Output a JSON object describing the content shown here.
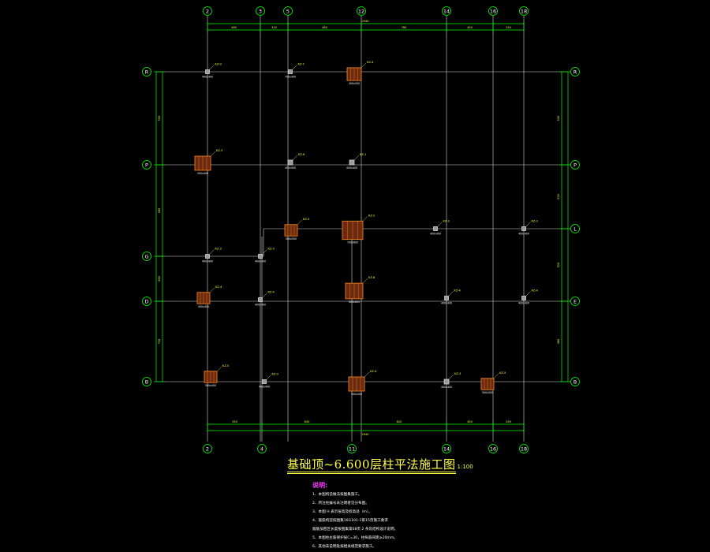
{
  "drawing": {
    "title": "基础顶~6.600层柱平法施工图",
    "scale": "1:100",
    "colors": {
      "background": "#000000",
      "grid_line": "#d8d8d8",
      "dimension": "#00ff00",
      "column_outline": "#ff8a1e",
      "column_fill": "#6b2a10",
      "column_text": "#ffff4a",
      "small_column": "#9a9a9a",
      "title": "#ffff4a",
      "notes_title": "#ff3cff"
    }
  },
  "axes": {
    "top": [
      "2",
      "3",
      "5",
      "12",
      "14",
      "16",
      "18"
    ],
    "bottom": [
      "2",
      "4",
      "11",
      "14",
      "16",
      "18"
    ],
    "left": [
      "R",
      "P",
      "G",
      "D",
      "B"
    ],
    "right": [
      "R",
      "P",
      "L",
      "E",
      "B"
    ]
  },
  "dimensions": {
    "top_total": "2940",
    "bottom_total": "2940",
    "top_segments": [
      "460",
      "320",
      "460",
      "760",
      "450",
      "250"
    ],
    "bottom_segments": [
      "350",
      "650",
      "820",
      "450",
      "250"
    ],
    "left_segments": [
      "550",
      "490",
      "480",
      "750"
    ],
    "right_segments": [
      "550",
      "520",
      "520",
      "480"
    ]
  },
  "columns": [
    {
      "id": "c1",
      "tag": "KZ-9",
      "size": "400x400"
    },
    {
      "id": "c2",
      "tag": "KZ-7",
      "size": "700x400"
    },
    {
      "id": "c3",
      "tag": "KZ-4",
      "size": "400x500"
    },
    {
      "id": "c4",
      "tag": "KZ-5",
      "size": "500x400"
    },
    {
      "id": "c5",
      "tag": "KZ-6",
      "size": "400x500"
    },
    {
      "id": "c6",
      "tag": "KZ-1",
      "size": "400x400"
    },
    {
      "id": "c7",
      "tag": "KZ-3",
      "size": "500x500"
    },
    {
      "id": "c8",
      "tag": "KZ-2",
      "size": "700x600"
    },
    {
      "id": "c9",
      "tag": "KZ-3",
      "size": "400x400"
    },
    {
      "id": "c10",
      "tag": "KZ-3",
      "size": "400x400"
    },
    {
      "id": "c11",
      "tag": "KZ-3",
      "size": "400x400"
    },
    {
      "id": "c12",
      "tag": "KZ-3",
      "size": "400x400"
    },
    {
      "id": "c13",
      "tag": "KZ-4",
      "size": "400x400"
    },
    {
      "id": "c14",
      "tag": "KZ-4",
      "size": "400x400"
    },
    {
      "id": "c15",
      "tag": "KZ-8",
      "size": "600x600"
    },
    {
      "id": "c16",
      "tag": "KZ-4",
      "size": "400x400"
    },
    {
      "id": "c17",
      "tag": "KZ-4",
      "size": "400x400"
    },
    {
      "id": "c18",
      "tag": "KZ-5",
      "size": "500x400"
    },
    {
      "id": "c19",
      "tag": "KZ-3",
      "size": "400x400"
    },
    {
      "id": "c20",
      "tag": "KZ-4",
      "size": "500x500"
    },
    {
      "id": "c21",
      "tag": "KZ-3",
      "size": "400x400"
    },
    {
      "id": "c22",
      "tag": "KZ-5",
      "size": "500x500"
    }
  ],
  "notes": {
    "title": "说明:",
    "items": [
      "1、本图构造做法按图集施工。",
      "2、所注柱编号未注明者见分布图。",
      "3、本图 H 表示层高及标高处（m）。",
      "4、箍筋构造按图集16G101-1第15页施工要求",
      "   箍筋加密区长度按图集第68页 2 条及结构设计说明。",
      "5、本图柱主筋保护层C=30，柱纵筋间距≥20mm。",
      "6、其他未说明处按相关规范要求施工。"
    ]
  }
}
